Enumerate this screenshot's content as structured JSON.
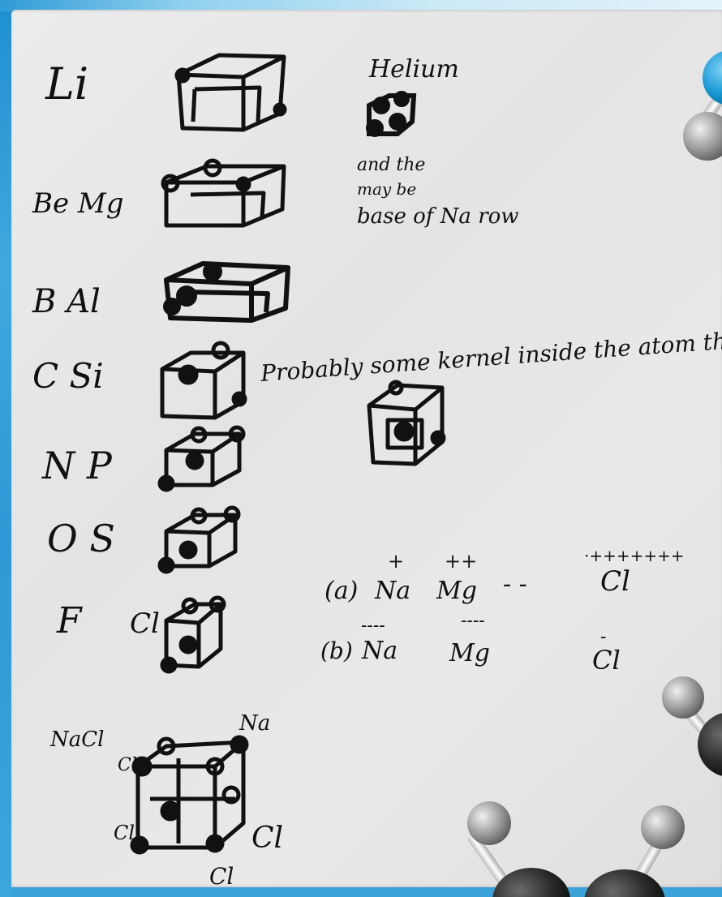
{
  "notes": {
    "row_li": "Li",
    "row_be_mg": "Be Mg",
    "row_b_al": "B Al",
    "row_c_si": "C Si",
    "row_n_p": "N P",
    "row_o_s": "O S",
    "row_f": "F",
    "row_cl": "Cl",
    "helium": "Helium",
    "helium_note_1": "and the",
    "helium_note_2": "may be",
    "helium_note_3": "base of Na row",
    "kernel_note": "Probably some kernel inside the atom th",
    "ion_a_label": "(a)",
    "ion_a_na": "Na",
    "ion_a_mg": "Mg",
    "ion_a_dash": "- -",
    "ion_a_cl": "Cl",
    "ion_b_label": "(b)",
    "ion_b_na": "Na",
    "ion_b_mg": "Mg",
    "ion_b_cl": "Cl",
    "nacl_label": "NaCl",
    "nacl_corner_na": "Na",
    "nacl_corner_cl_1": "Cl",
    "nacl_corner_cl_2": "Cl",
    "nacl_corner_cl_3": "Cl",
    "nacl_corner_cl_4": "Cl"
  },
  "colors": {
    "ink": "#111111",
    "paper": "#e8e8e8",
    "frame_blue": "#3aa2d8",
    "molecule_blue": "#1a9ad6",
    "molecule_dark": "#2a2a2a",
    "molecule_grey": "#9a9a9a"
  }
}
